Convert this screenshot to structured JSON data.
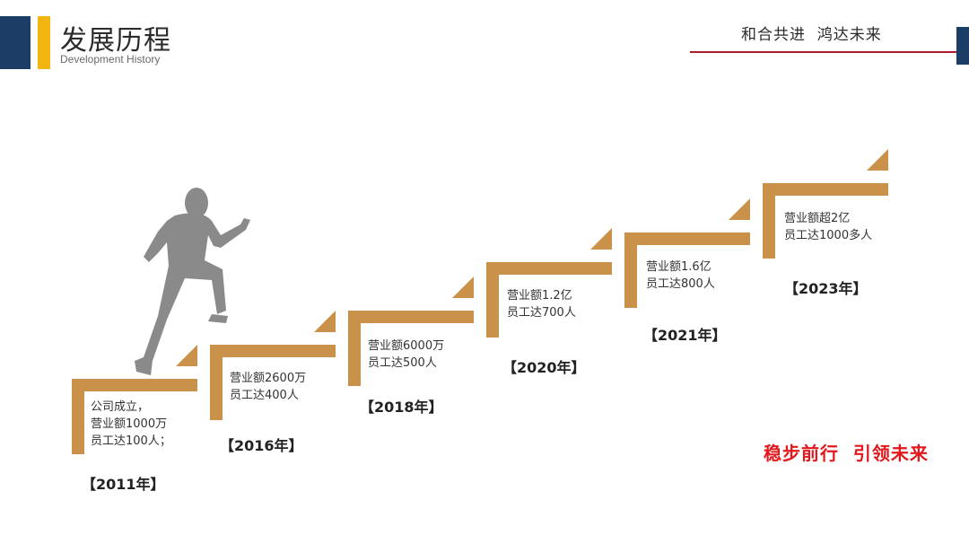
{
  "header": {
    "title": "发展历程",
    "subtitle": "Development History",
    "slogan": "和合共进  鸿达未来"
  },
  "colors": {
    "navy": "#1c3d66",
    "gold": "#f2b50f",
    "step": "#c99149",
    "accent_red": "#e3171c",
    "rule_red": "#b01c2e",
    "silhouette": "#8a8a8a"
  },
  "icons": [
    "runner-silhouette-icon"
  ],
  "milestones": [
    {
      "year": "【2011年】",
      "description": "公司成立，\n营业额1000万\n员工达100人；"
    },
    {
      "year": "【2016年】",
      "description": "营业额2600万\n员工达400人"
    },
    {
      "year": "【2018年】",
      "description": "营业额6000万\n员工达500人"
    },
    {
      "year": "【2020年】",
      "description": "营业额1.2亿\n员工达700人"
    },
    {
      "year": "【2021年】",
      "description": "营业额1.6亿\n员工达800人"
    },
    {
      "year": "【2023年】",
      "description": "营业额超2亿\n员工达1000多人"
    }
  ],
  "footer_slogan": "稳步前行  引领未来"
}
